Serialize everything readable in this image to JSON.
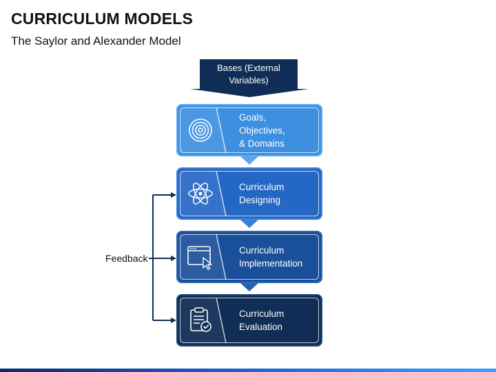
{
  "header": {
    "title": "CURRICULUM MODELS",
    "subtitle": "The Saylor and Alexander Model"
  },
  "bases": {
    "label": "Bases (External\nVariables)",
    "color": "#0f2d55"
  },
  "steps": [
    {
      "label": "Goals,\nObjectives,\n& Domains",
      "icon": "target-icon",
      "color": "#3d8fe0",
      "edge": "#5aaaf2"
    },
    {
      "label": "Curriculum\nDesigning",
      "icon": "atom-icon",
      "color": "#2567c5",
      "edge": "#3d82dc"
    },
    {
      "label": "Curriculum\nImplementation",
      "icon": "browser-cursor-icon",
      "color": "#1a4f9a",
      "edge": "#2d67b6"
    },
    {
      "label": "Curriculum\nEvaluation",
      "icon": "clipboard-check-icon",
      "color": "#0f2d55",
      "edge": "#214576"
    }
  ],
  "feedback": {
    "label": "Feedback"
  }
}
